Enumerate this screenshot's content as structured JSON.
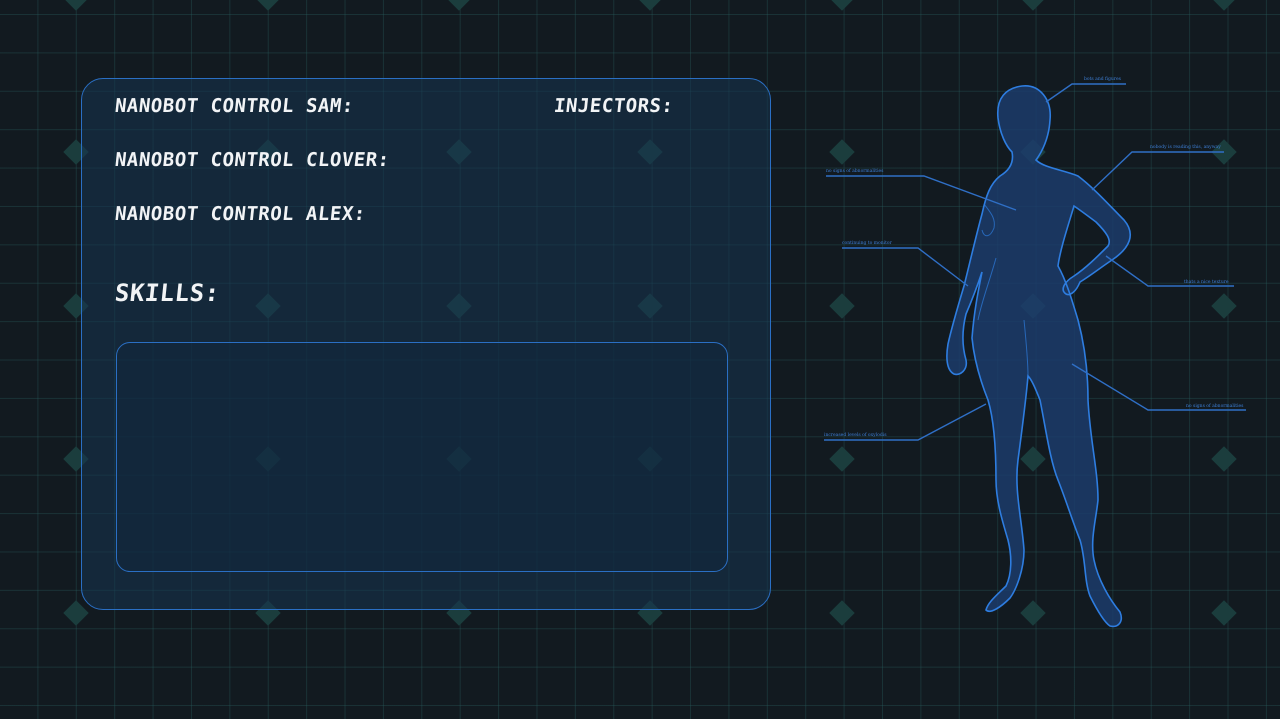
{
  "panel": {
    "fields": [
      {
        "label": "NANOBOT CONTROL SAM:"
      },
      {
        "label": "NANOBOT CONTROL CLOVER:"
      },
      {
        "label": "NANOBOT CONTROL ALEX:"
      }
    ],
    "injectors_label": "INJECTORS:",
    "skills_label": "SKILLS:",
    "skills_text": ""
  },
  "body_callouts": [
    {
      "text": "bots and figures"
    },
    {
      "text": "nobody is reading this, anyway"
    },
    {
      "text": "no signs of abnormalities"
    },
    {
      "text": "continuing to monitor"
    },
    {
      "text": "thats a nice texture"
    },
    {
      "text": "no signs of abnormalities"
    },
    {
      "text": "increased levels of oxylodis"
    }
  ],
  "colors": {
    "background": "#121a20",
    "grid": "#285f5f",
    "accent_blue": "#2a6fc4",
    "figure_fill": "#1d3d6e",
    "text": "#f2f4f6"
  }
}
